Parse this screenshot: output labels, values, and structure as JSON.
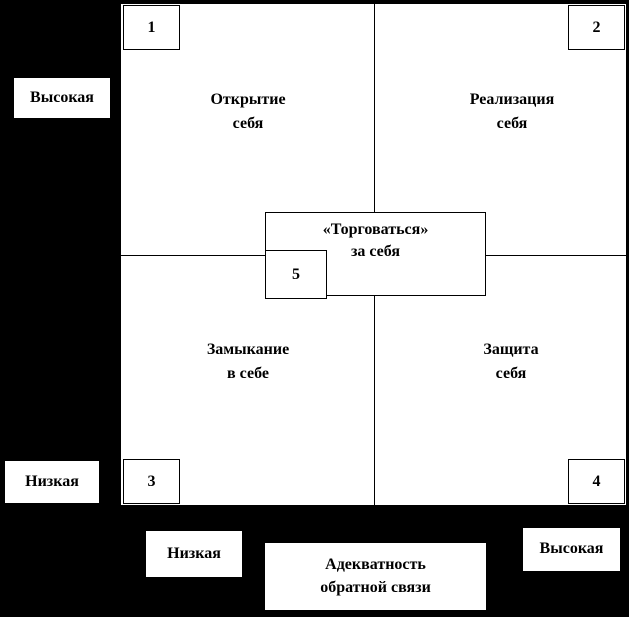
{
  "colors": {
    "background": "#000000",
    "panel": "#ffffff",
    "line": "#000000",
    "text": "#000000"
  },
  "matrix": {
    "quadrants": [
      {
        "num": "1",
        "label": "Открытие\nсебя"
      },
      {
        "num": "2",
        "label": "Реализация\nсебя"
      },
      {
        "num": "3",
        "label": "Замыкание\nв себе"
      },
      {
        "num": "4",
        "label": "Защита\nсебя"
      }
    ],
    "center": {
      "num": "5",
      "label": "«Торговаться»\nза себя"
    }
  },
  "axes": {
    "y_high": "Высокая",
    "y_low": "Низкая",
    "x_low": "Низкая",
    "x_high": "Высокая",
    "x_title": "Адекватность\nобратной связи"
  }
}
